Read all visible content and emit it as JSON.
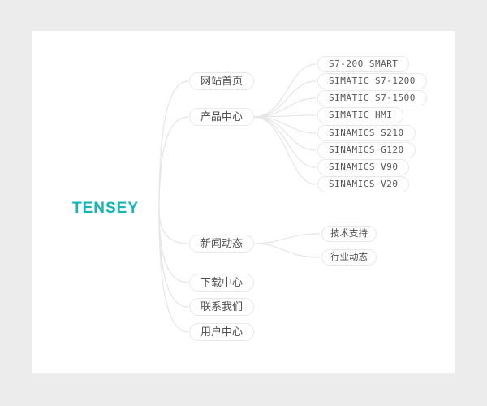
{
  "background": {
    "outer": "#ececec",
    "card": "#ffffff"
  },
  "brand": {
    "name": "TENSEY",
    "color": "#13b5b5"
  },
  "sitemap": {
    "level1": [
      {
        "label": "网站首页"
      },
      {
        "label": "产品中心"
      },
      {
        "label": "新闻动态"
      },
      {
        "label": "下载中心"
      },
      {
        "label": "联系我们"
      },
      {
        "label": "用户中心"
      }
    ],
    "products": [
      "S7-200 SMART",
      "SIMATIC S7-1200",
      "SIMATIC S7-1500",
      "SIMATIC HMI",
      "SINAMICS S210",
      "SINAMICS G120",
      "SINAMICS V90",
      "SINAMICS V20"
    ],
    "news_children": [
      "技术支持",
      "行业动态"
    ],
    "connector_color": "#e5e5e5"
  }
}
